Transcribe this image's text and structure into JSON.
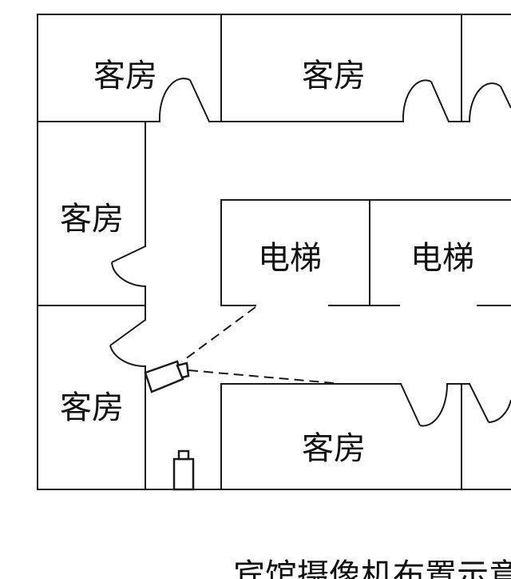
{
  "rooms": {
    "guest_room_top_left": "客房",
    "guest_room_top_middle": "客房",
    "guest_room_left_middle": "客房",
    "guest_room_left_bottom": "客房",
    "guest_room_bottom_middle": "客房",
    "elevator_left": "电梯",
    "elevator_right": "电梯"
  },
  "caption": "宾馆摄像机布置示意"
}
